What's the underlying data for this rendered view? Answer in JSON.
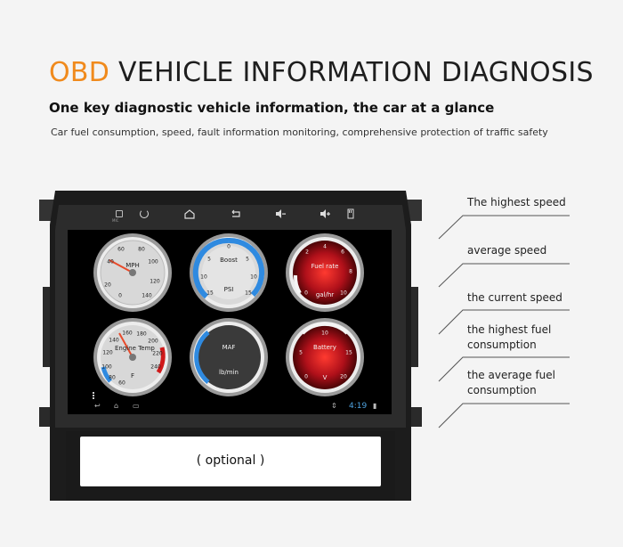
{
  "header": {
    "brand_word": "OBD",
    "title_rest": "VEHICLE INFORMATION DIAGNOSIS",
    "subtitle": "One key diagnostic vehicle information, the car at a glance",
    "description": "Car fuel consumption, speed, fault information monitoring, comprehensive protection of traffic safety"
  },
  "colors": {
    "brand": "#f08a1c",
    "blue_ring": "#2f8ae0",
    "red_gauge": "#c0141a",
    "needle": "#e84a2a"
  },
  "device": {
    "top_buttons": [
      {
        "icon": "mic-icon",
        "label": "MIC"
      },
      {
        "icon": "power-icon"
      },
      {
        "icon": "home-icon"
      },
      {
        "icon": "back-icon"
      },
      {
        "icon": "volume-down-icon"
      },
      {
        "icon": "volume-up-icon"
      },
      {
        "icon": "sd-card-icon"
      }
    ],
    "gauges": {
      "speed": {
        "label": "MPH",
        "ticks": [
          "20",
          "40",
          "60",
          "80",
          "100",
          "120",
          "140",
          "0"
        ],
        "value": 40
      },
      "boost": {
        "label": "Boost",
        "unit": "PSI",
        "ticks": [
          "0",
          "5",
          "10",
          "15",
          "5",
          "10",
          "15"
        ]
      },
      "fuel_rate": {
        "label": "Fuel rate",
        "unit": "gal/hr",
        "ticks": [
          "2",
          "4",
          "6",
          "8",
          "10",
          "0"
        ]
      },
      "engine_temp": {
        "label": "Engine Temp",
        "unit": "F",
        "ticks": [
          "100",
          "120",
          "140",
          "160",
          "180",
          "200",
          "220",
          "240",
          "80",
          "60"
        ],
        "value": 140
      },
      "maf": {
        "label": "MAF",
        "unit": "lb/min"
      },
      "battery": {
        "label": "Battery",
        "unit": "V",
        "ticks": [
          "5",
          "10",
          "15",
          "20",
          "0"
        ]
      }
    },
    "status_bar": {
      "time": "4:19"
    },
    "optional_label": "( optional )"
  },
  "annotations": [
    "The highest speed",
    "average speed",
    "the current speed",
    "the highest fuel consumption",
    "the average fuel consumption"
  ]
}
